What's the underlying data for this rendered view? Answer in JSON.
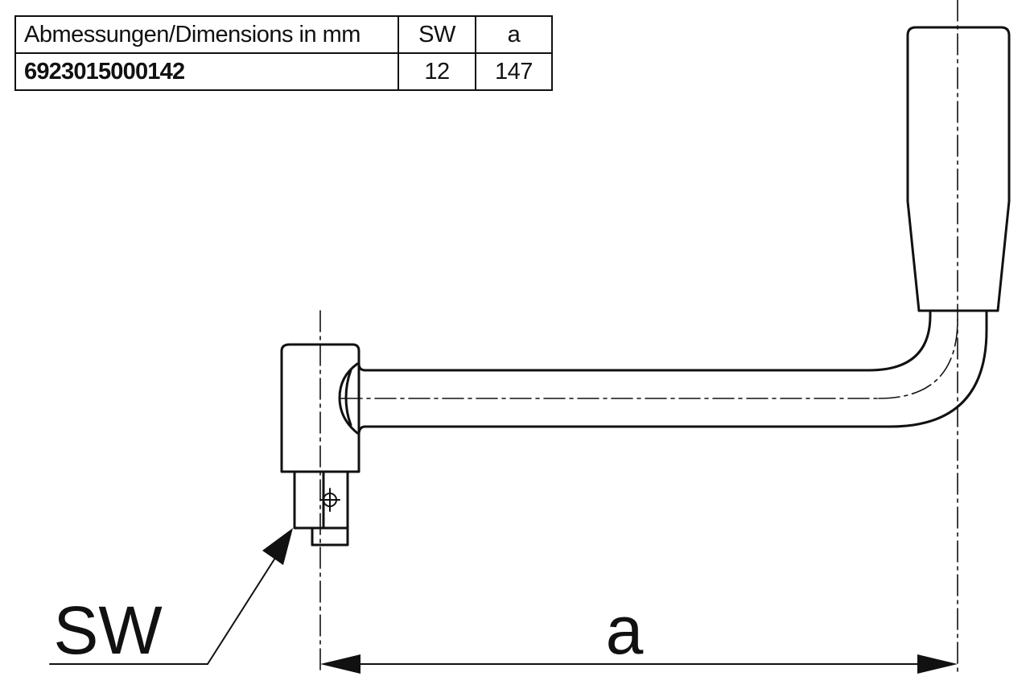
{
  "table": {
    "header": {
      "dimensions_label": "Abmessungen/Dimensions in mm",
      "col_sw": "SW",
      "col_a": "a"
    },
    "row": {
      "article_no": "6923015000142",
      "sw": "12",
      "a": "147"
    }
  },
  "drawing": {
    "label_sw": "SW",
    "label_a": "a",
    "line_color": "#111111"
  }
}
